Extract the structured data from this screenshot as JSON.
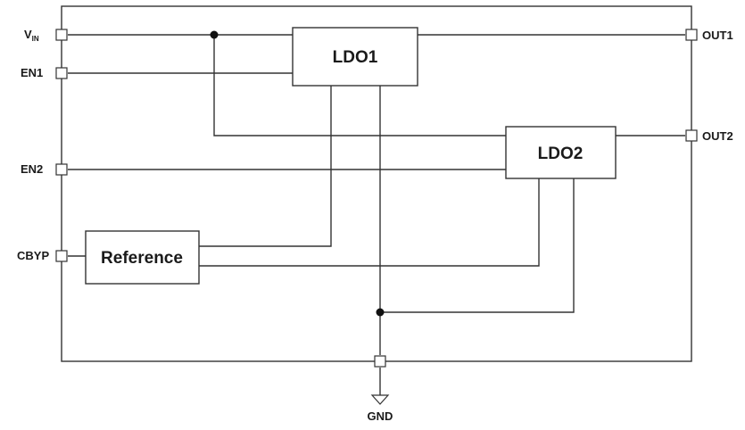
{
  "diagram": {
    "pins": {
      "vin": "V",
      "vin_sub": "IN",
      "en1": "EN1",
      "en2": "EN2",
      "cbyp": "CBYP",
      "out1": "OUT1",
      "out2": "OUT2",
      "gnd": "GND"
    },
    "blocks": {
      "ldo1": "LDO1",
      "ldo2": "LDO2",
      "reference": "Reference"
    },
    "colors": {
      "line": "#333333",
      "text": "#1a1a1a",
      "background": "#ffffff"
    }
  }
}
